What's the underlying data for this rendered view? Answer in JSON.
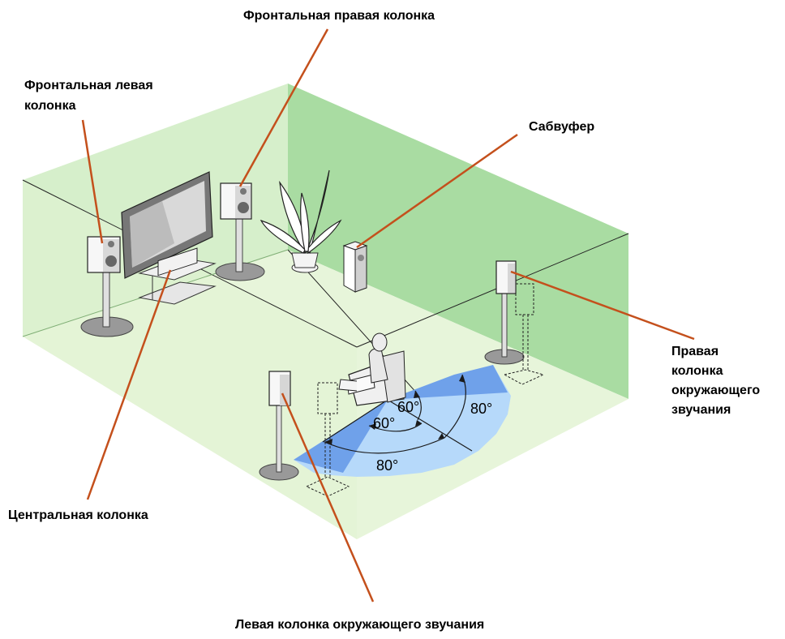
{
  "labels": {
    "front_right": "Фронтальная правая колонка",
    "front_left": [
      "Фронтальная левая",
      "колонка"
    ],
    "subwoofer": "Сабвуфер",
    "surround_right": [
      "Правая",
      "колонка",
      "окружающего",
      "звучания"
    ],
    "center": "Центральная колонка",
    "surround_left": "Левая колонка окружающего звучания"
  },
  "angles": {
    "inner_right": "60°",
    "inner_left": "60°",
    "outer_right": "80°",
    "outer_left": "80°"
  },
  "colors": {
    "leader_line": "#c4501c",
    "back_wall": "#a8dca0",
    "side_wall": "#d4eec8",
    "floor": "#e6f4d8",
    "angle_fan_light": "#b4d8fa",
    "angle_fan_dark": "#6ea0ea"
  }
}
